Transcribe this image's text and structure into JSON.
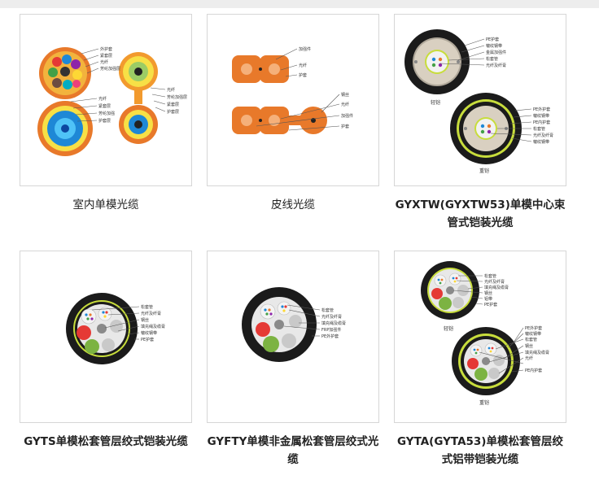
{
  "products": [
    {
      "caption": "室内单模光缆",
      "diagram_labels": [
        "外护套",
        "紧套层",
        "光纤",
        "芳纶加强层",
        "光纤",
        "芳纶加强层",
        "紧套层",
        "护套层",
        "光纤",
        "紧套层",
        "芳纶加强",
        "护套层"
      ]
    },
    {
      "caption": "皮线光缆",
      "diagram_labels": [
        "加强件",
        "光纤",
        "护套",
        "钢丝",
        "光纤",
        "加强件",
        "护套"
      ]
    },
    {
      "caption": "GYXTW(GYXTW53)单模中心束管式铠装光缆",
      "diagram_labels": [
        "PE护套",
        "皱纹钢带",
        "金属加强件",
        "松套管",
        "光纤及纤膏",
        "轻铠",
        "PE外护套",
        "皱纹钢带",
        "PE内护套",
        "松套管",
        "光纤及纤膏",
        "皱纹钢带",
        "重铠"
      ]
    },
    {
      "caption": "GYTS单模松套管层绞式铠装光缆",
      "diagram_labels": [
        "松套管",
        "光纤及纤膏",
        "钢丝",
        "填充绳及缆膏",
        "皱纹钢带",
        "PE护套"
      ]
    },
    {
      "caption": "GYFTY单模非金属松套管层绞式光缆",
      "diagram_labels": [
        "松套管",
        "光纤及纤膏",
        "填充绳及缆膏",
        "FRP加强件",
        "PE外护套"
      ]
    },
    {
      "caption": "GYTA(GYTA53)单模松套管层绞式铝带铠装光缆",
      "diagram_labels": [
        "松套管",
        "光纤及纤膏",
        "填充绳及缆膏",
        "钢丝",
        "铝带",
        "PE护套",
        "轻铠",
        "PE外护套",
        "皱纹钢带",
        "松套管",
        "钢丝",
        "填充绳及缆膏",
        "光纤",
        "PE内护套",
        "重铠"
      ]
    }
  ],
  "colors": {
    "orange": "#e8792a",
    "cable_black": "#1b1b1b",
    "yellow_green": "#c8dd3c",
    "blue": "#1e88d6"
  }
}
